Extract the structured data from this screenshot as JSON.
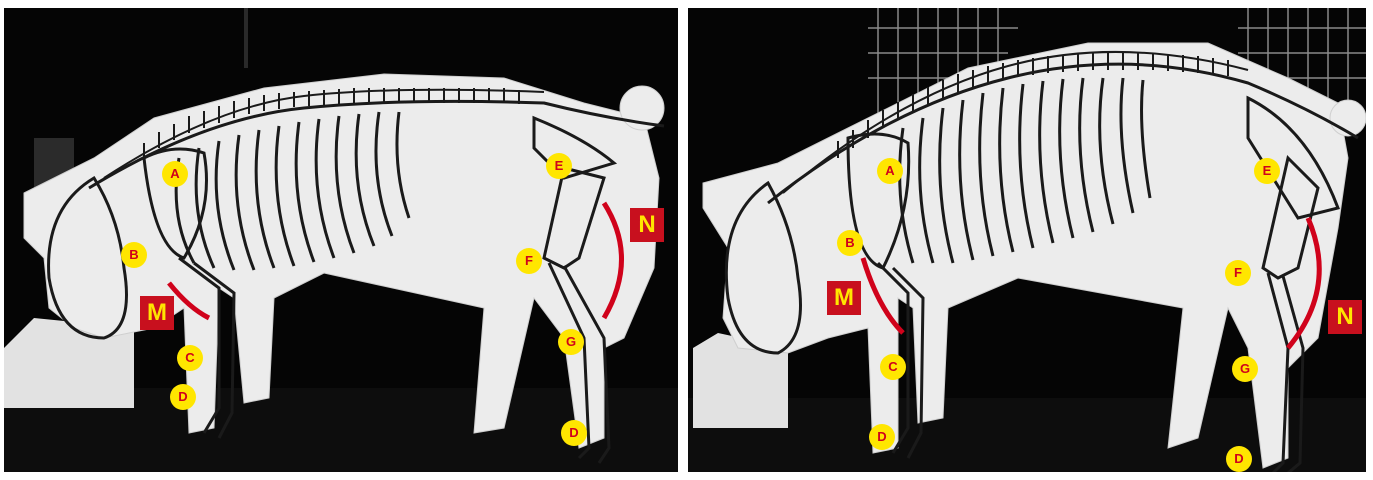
{
  "figure": {
    "panels": [
      {
        "id": "left",
        "point_labels": {
          "A": "A",
          "B": "B",
          "C": "C",
          "D1": "D",
          "D2": "D",
          "E": "E",
          "F": "F",
          "G": "G"
        },
        "region_labels": {
          "M": "M",
          "N": "N"
        }
      },
      {
        "id": "right",
        "point_labels": {
          "A": "A",
          "B": "B",
          "C": "C",
          "D1": "D",
          "D2": "D",
          "E": "E",
          "F": "F",
          "G": "G"
        },
        "region_labels": {
          "M": "M",
          "N": "N"
        }
      }
    ]
  },
  "colors": {
    "background": "#050505",
    "pig_body": "#ececec",
    "skeleton_outline": "#1a1a1a",
    "marker_fill": "#ffe600",
    "marker_text": "#d0021b",
    "region_box": "#c8101e",
    "arc": "#d0021b"
  }
}
